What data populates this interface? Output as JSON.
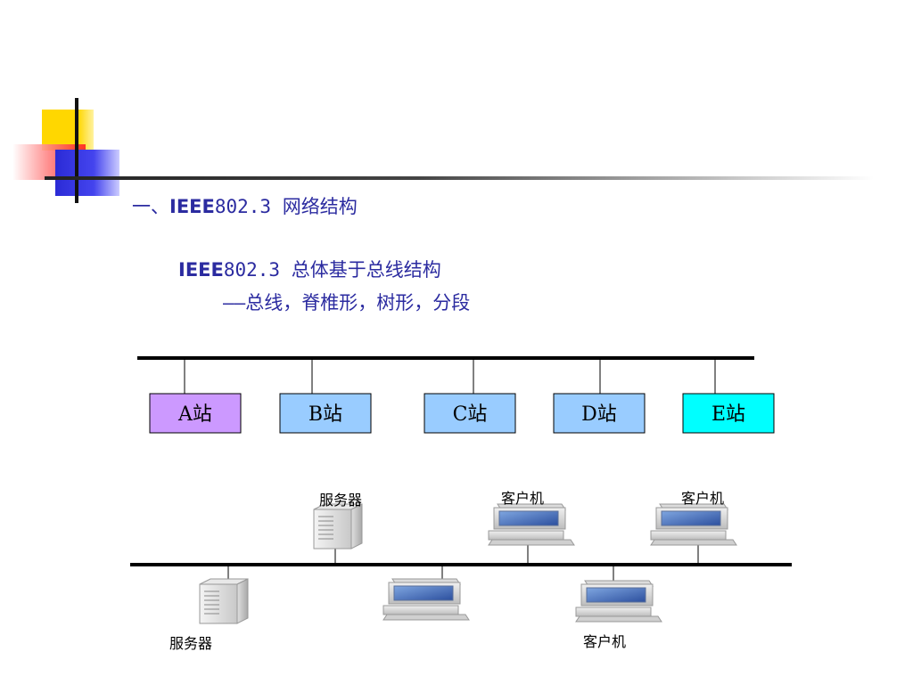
{
  "heading": {
    "prefix": "一、",
    "ieee": "IEEE",
    "rest": "802.3 网络结构"
  },
  "subtitle": {
    "ieee": "IEEE",
    "rest": "802.3 总体基于总线结构"
  },
  "topologies": "——总线，脊椎形，树形，分段",
  "stations": [
    {
      "label": "A站",
      "color": "#cc99ff"
    },
    {
      "label": "B站",
      "color": "#99ccff"
    },
    {
      "label": "C站",
      "color": "#99ccff"
    },
    {
      "label": "D站",
      "color": "#99ccff"
    },
    {
      "label": "E站",
      "color": "#00ffff"
    }
  ],
  "devices": {
    "server_top": "服务器",
    "client_top_1": "客户机",
    "client_top_2": "客户机",
    "server_bottom": "服务器",
    "client_bottom": "客户机"
  },
  "icons": {
    "server": "server-icon",
    "client": "workstation-icon"
  },
  "colors": {
    "title_text": "#2b2ba0",
    "bus": "#000000"
  }
}
